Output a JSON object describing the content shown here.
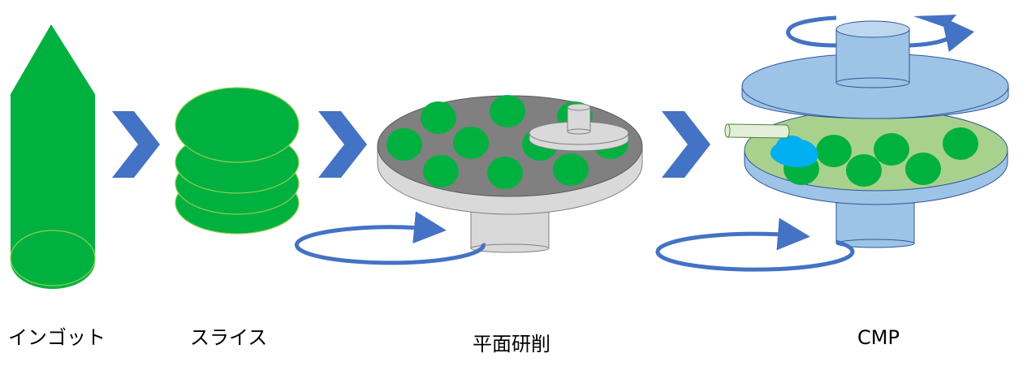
{
  "labels": {
    "ingot": "インゴット",
    "slice": "スライス",
    "grinding": "平面研削",
    "cmp": "CMP"
  },
  "colors": {
    "wafer_green": "#00b140",
    "wafer_edge": "#92d050",
    "arrow_blue": "#4472c4",
    "table_dark": "#808080",
    "table_light": "#d9d9d9",
    "cmp_blue": "#9dc3e6",
    "cmp_pad": "#a9d18e",
    "slurry": "#00b0f0"
  },
  "icons": {
    "process_arrow": "chevron-right-icon",
    "rotation": "rotation-arrow-icon"
  }
}
